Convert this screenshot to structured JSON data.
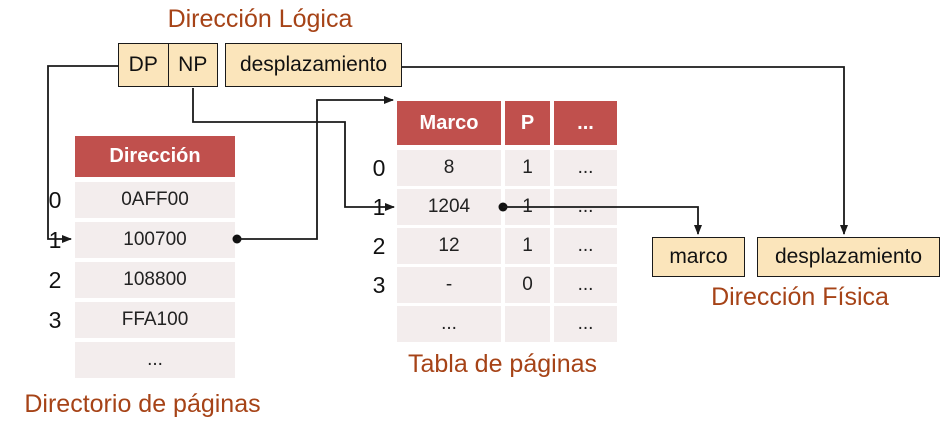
{
  "colors": {
    "table_header_red": "#c0504d",
    "table_row_pink": "#f3eded",
    "box_cream": "#fbe5bb",
    "caption_brown": "#a64317",
    "line_black": "#1a1a1a"
  },
  "logical_address": {
    "title": "Dirección Lógica",
    "fields": [
      {
        "label": "DP"
      },
      {
        "label": "NP"
      },
      {
        "label": "desplazamiento"
      }
    ]
  },
  "directory": {
    "caption": "Directorio de páginas",
    "header": "Dirección",
    "row_labels": [
      "0",
      "1",
      "2",
      "3"
    ],
    "rows": [
      "0AFF00",
      "100700",
      "108800",
      "FFA100",
      "..."
    ]
  },
  "page_table": {
    "caption": "Tabla de páginas",
    "headers": [
      "Marco",
      "P",
      "..."
    ],
    "row_labels": [
      "0",
      "1",
      "2",
      "3"
    ],
    "rows": [
      [
        "8",
        "1",
        "..."
      ],
      [
        "1204",
        "1",
        "..."
      ],
      [
        "12",
        "1",
        "..."
      ],
      [
        "-",
        "0",
        "..."
      ],
      [
        "...",
        "",
        "..."
      ]
    ]
  },
  "physical_address": {
    "caption": "Dirección Física",
    "fields": [
      {
        "label": "marco"
      },
      {
        "label": "desplazamiento"
      }
    ]
  }
}
